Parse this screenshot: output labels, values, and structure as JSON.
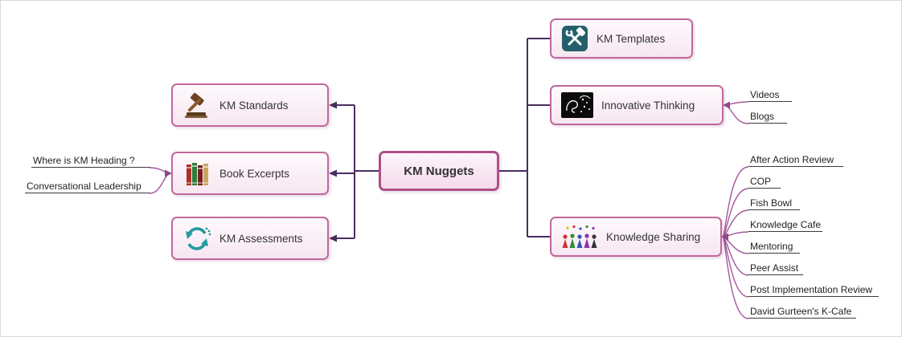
{
  "center": {
    "label": "KM Nuggets"
  },
  "left_nodes": [
    {
      "label": "KM Standards",
      "icon": "gavel-icon",
      "leaves": []
    },
    {
      "label": "Book Excerpts",
      "icon": "books-icon",
      "leaves": [
        "Where is KM Heading ?",
        "Conversational Leadership"
      ]
    },
    {
      "label": "KM Assessments",
      "icon": "circular-arrows-icon",
      "leaves": []
    }
  ],
  "right_nodes": [
    {
      "label": "KM Templates",
      "icon": "tools-icon",
      "leaves": []
    },
    {
      "label": "Innovative Thinking",
      "icon": "doodle-icon",
      "leaves": [
        "Videos",
        "Blogs"
      ]
    },
    {
      "label": "Knowledge Sharing",
      "icon": "people-icon",
      "leaves": [
        "After Action Review",
        "COP",
        "Fish Bowl",
        "Knowledge Cafe",
        "Mentoring",
        "Peer Assist",
        "Post Implementation Review",
        "David Gurteen's K-Cafe"
      ]
    }
  ],
  "colors": {
    "node_border": "#c1679c",
    "center_border": "#ad4f87",
    "node_fill": "#f9ecf4",
    "connector": "#4a2c5e",
    "leaf_curve": "#a4589c",
    "leaf_underline": "#3a3a3a"
  }
}
